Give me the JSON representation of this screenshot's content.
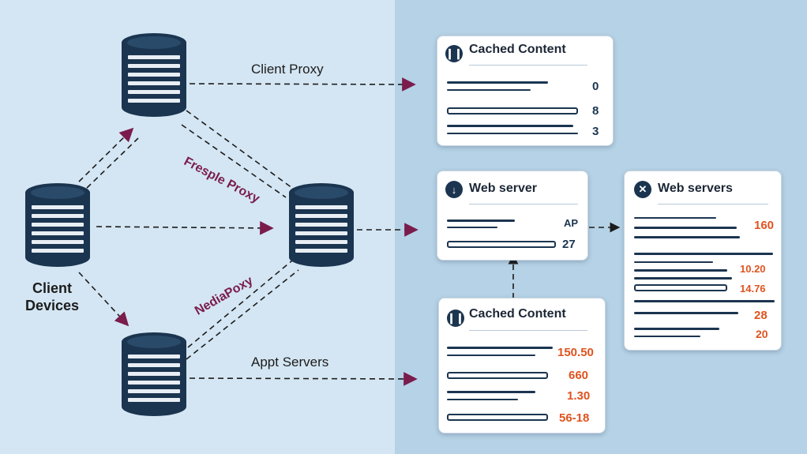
{
  "labels": {
    "client_devices": "Client\nDevices",
    "client_proxy": "Client Proxy",
    "fresple_proxy": "Fresple Proxy",
    "nediaproxy": "NediaPoxy",
    "appt_servers": "Appt Servers"
  },
  "cards": {
    "cached_top": {
      "title": "Cached Content",
      "icon": "pause-icon",
      "values": [
        "0",
        "8",
        "3"
      ]
    },
    "web_server": {
      "title": "Web server",
      "icon": "download-icon",
      "values": [
        "AP",
        "27"
      ]
    },
    "cached_bottom": {
      "title": "Cached Content",
      "icon": "pause-icon",
      "values": [
        "150.50",
        "660",
        "1.30",
        "56-18"
      ]
    },
    "web_servers": {
      "title": "Web servers",
      "icon": "close-icon",
      "values": [
        "160",
        "10.20",
        "14.76",
        "28",
        "20"
      ]
    }
  },
  "colors": {
    "navy": "#1b3550",
    "arrow": "#7a1c4c",
    "orange": "#e0531f",
    "left_bg": "#d4e6f3",
    "right_bg": "#b6d2e6"
  }
}
